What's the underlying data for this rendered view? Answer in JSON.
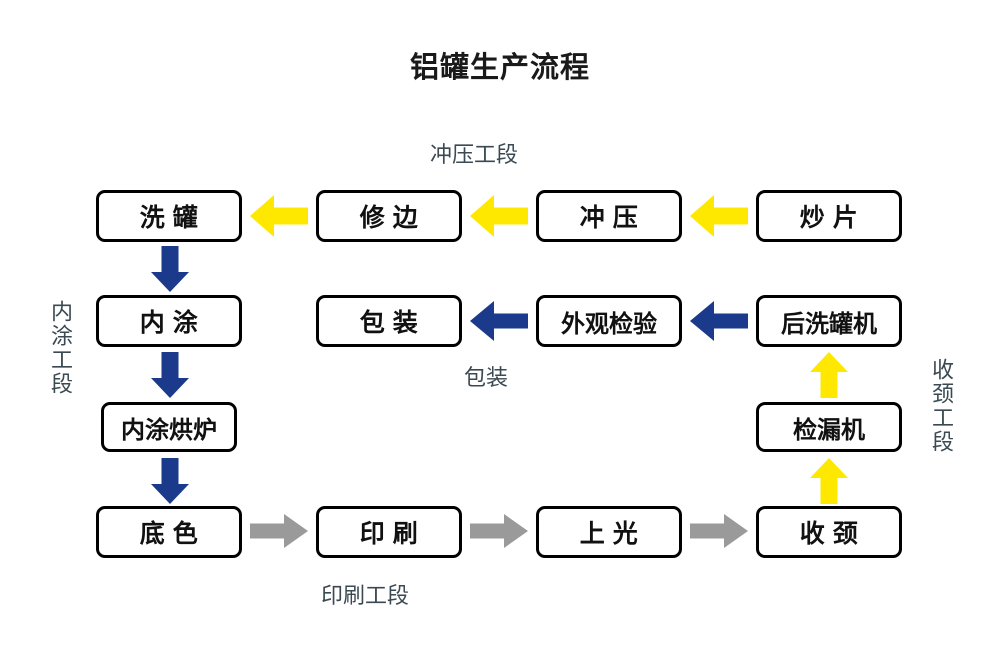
{
  "diagram": {
    "title": "铝罐生产流程",
    "background": "#ffffff",
    "colors": {
      "box_border": "#000000",
      "box_fill": "#ffffff",
      "text": "#111111",
      "section_label": "#3b4a52",
      "arrow_yellow": "#ffe800",
      "arrow_blue": "#1b3a8c",
      "arrow_gray": "#9a9a9a"
    }
  },
  "section_labels": [
    {
      "name": "stamping",
      "text": "冲压工段",
      "orientation": "horizontal"
    },
    {
      "name": "packaging",
      "text": "包装",
      "orientation": "horizontal"
    },
    {
      "name": "printing",
      "text": "印刷工段",
      "orientation": "horizontal"
    },
    {
      "name": "inner-coating",
      "text": "内涂工段",
      "orientation": "vertical"
    },
    {
      "name": "necking",
      "text": "收颈工段",
      "orientation": "vertical"
    }
  ],
  "nodes": {
    "row1": [
      {
        "id": "wash-can",
        "label": "洗 罐"
      },
      {
        "id": "trim",
        "label": "修 边"
      },
      {
        "id": "stamp",
        "label": "冲 压"
      },
      {
        "id": "blank",
        "label": "炒 片"
      }
    ],
    "row2": [
      {
        "id": "inner-coat",
        "label": "内 涂"
      },
      {
        "id": "pack",
        "label": "包 装"
      },
      {
        "id": "visual-inspection",
        "label": "外观检验"
      },
      {
        "id": "post-washer",
        "label": "后洗罐机"
      }
    ],
    "row3": [
      {
        "id": "inner-coat-oven",
        "label": "内涂烘炉"
      },
      {
        "id": "leak-detector",
        "label": "检漏机"
      }
    ],
    "row4": [
      {
        "id": "base-color",
        "label": "底 色"
      },
      {
        "id": "print",
        "label": "印 刷"
      },
      {
        "id": "varnish",
        "label": "上 光"
      },
      {
        "id": "neck",
        "label": "收 颈"
      }
    ]
  },
  "arrows": [
    {
      "name": "blank-to-stamp",
      "direction": "left",
      "color": "#ffe800"
    },
    {
      "name": "stamp-to-trim",
      "direction": "left",
      "color": "#ffe800"
    },
    {
      "name": "trim-to-wash-can",
      "direction": "left",
      "color": "#ffe800"
    },
    {
      "name": "wash-can-to-inner-coat",
      "direction": "down",
      "color": "#1b3a8c"
    },
    {
      "name": "inner-coat-to-oven",
      "direction": "down",
      "color": "#1b3a8c"
    },
    {
      "name": "oven-to-base-color",
      "direction": "down",
      "color": "#1b3a8c"
    },
    {
      "name": "base-color-to-print",
      "direction": "right",
      "color": "#9a9a9a"
    },
    {
      "name": "print-to-varnish",
      "direction": "right",
      "color": "#9a9a9a"
    },
    {
      "name": "varnish-to-neck",
      "direction": "right",
      "color": "#9a9a9a"
    },
    {
      "name": "neck-to-leak-detector",
      "direction": "up",
      "color": "#ffe800"
    },
    {
      "name": "leak-detector-to-post-washer",
      "direction": "up",
      "color": "#ffe800"
    },
    {
      "name": "post-washer-to-visual-inspection",
      "direction": "left",
      "color": "#1b3a8c"
    },
    {
      "name": "visual-inspection-to-pack",
      "direction": "left",
      "color": "#1b3a8c"
    }
  ]
}
